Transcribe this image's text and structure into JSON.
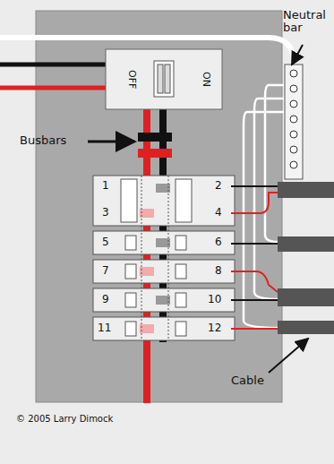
{
  "diagram": {
    "labels": [
      "Neutral bar",
      "OFF",
      "ON",
      "Busbars",
      "1",
      "2",
      "3",
      "4",
      "5",
      "6",
      "7",
      "8",
      "9",
      "10",
      "11",
      "12",
      "Cable",
      "© 2005 Larry Dimock"
    ]
  }
}
